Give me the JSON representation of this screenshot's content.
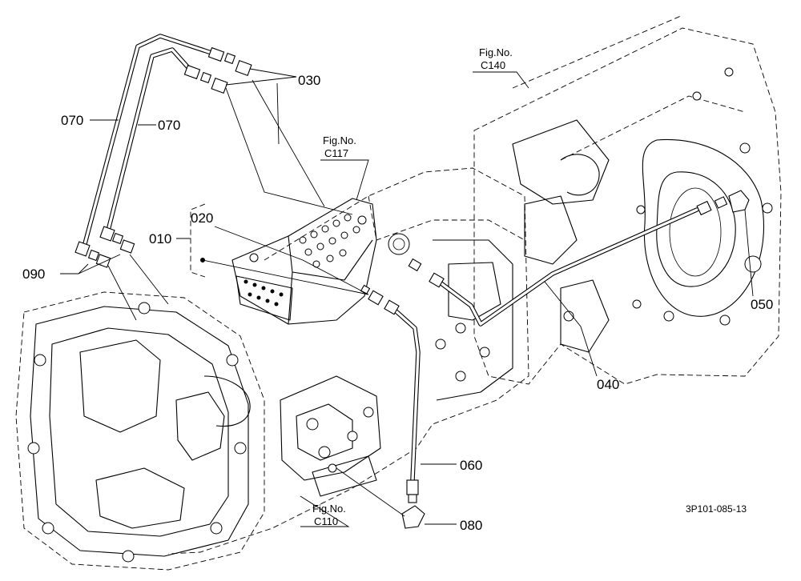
{
  "callouts": {
    "p010": "010",
    "p020": "020",
    "p030": "030",
    "p040": "040",
    "p050": "050",
    "p060": "060",
    "p070a": "070",
    "p070b": "070",
    "p080": "080",
    "p090": "090"
  },
  "figure_refs": {
    "c117": {
      "label": "Fig.No.",
      "code": "C117"
    },
    "c140": {
      "label": "Fig.No.",
      "code": "C140"
    },
    "c110": {
      "label": "Fig.No.",
      "code": "C110"
    }
  },
  "drawing_code": "3P101-085-13"
}
